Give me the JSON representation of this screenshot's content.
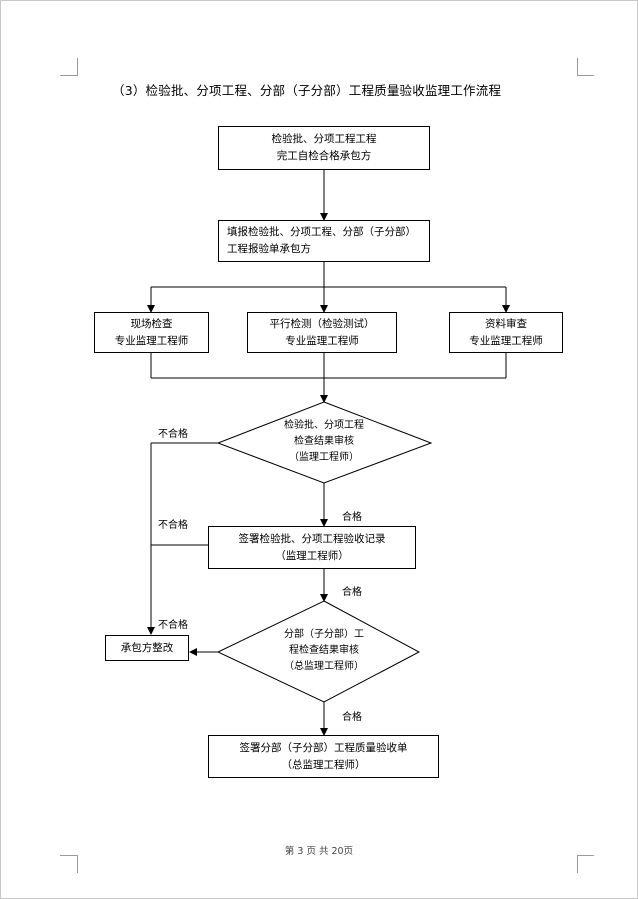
{
  "title": "（3）检验批、分项工程、分部（子分部）工程质量验收监理工作流程",
  "steps": {
    "self_check": {
      "line1": "检验批、分项工程工程",
      "line2": "完工自检合格承包方"
    },
    "report": {
      "line1": "填报检验批、分项工程、分部（子分部）",
      "line2": "工程报验单承包方"
    },
    "site_check": {
      "line1": "现场检查",
      "line2": "专业监理工程师"
    },
    "parallel_test": {
      "line1": "平行检测（检验测试）",
      "line2": "专业监理工程师"
    },
    "doc_review": {
      "line1": "资料审查",
      "line2": "专业监理工程师"
    },
    "decision1": {
      "line1": "检验批、分项工程",
      "line2": "检查结果审核",
      "line3": "（监理工程师）"
    },
    "sign_record": {
      "line1": "签署检验批、分项工程验收记录",
      "line2": "（监理工程师）"
    },
    "decision2": {
      "line1": "分部（子分部）工",
      "line2": "程检查结果审核",
      "line3": "（总监理工程师）"
    },
    "rectify": {
      "line1": "承包方整改"
    },
    "final_sign": {
      "line1": "签署分部（子分部）工程质量验收单",
      "line2": "（总监理工程师）"
    }
  },
  "labels": {
    "fail_1": "不合格",
    "fail_2": "不合格",
    "fail_3": "不合格",
    "pass_1": "合格",
    "pass_2": "合格",
    "pass_3": "合格"
  },
  "footer": "第 3 页 共 20页"
}
